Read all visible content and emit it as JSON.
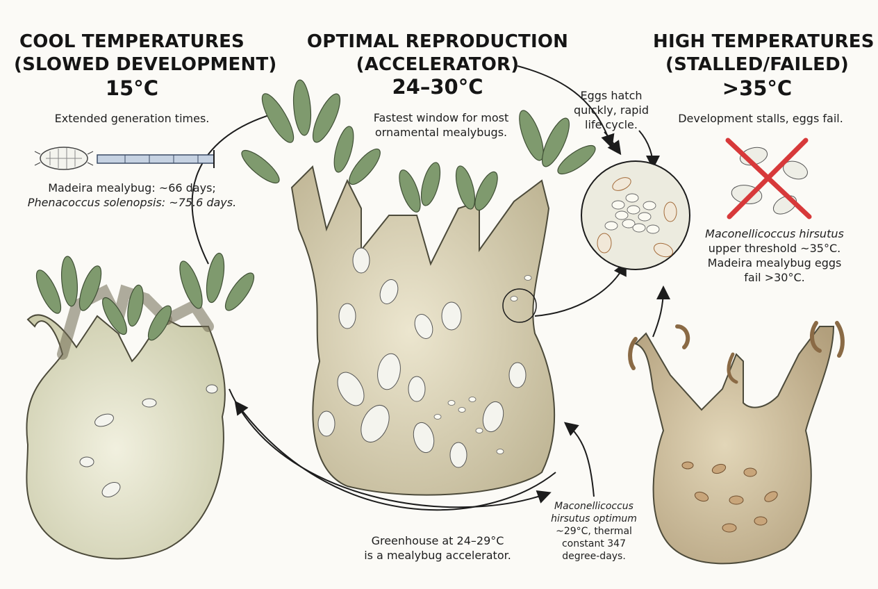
{
  "cool": {
    "title_1": "COOL TEMPERATURES",
    "title_2": "(SLOWED DEVELOPMENT)",
    "temp": "15°C",
    "description": "Extended generation times.",
    "note_1": "Madeira mealybug: ~66 days;",
    "note_2": "Phenacoccus solenopsis: ~75.6 days."
  },
  "optimal": {
    "title_1": "OPTIMAL REPRODUCTION",
    "title_2": "(ACCELERATOR)",
    "temp": "24–30°C",
    "description_1": "Fastest window for most",
    "description_2": "ornamental mealybugs.",
    "callout_1": "Eggs hatch",
    "callout_2": "quickly, rapid",
    "callout_3": "life cycle."
  },
  "high": {
    "title_1": "HIGH TEMPERATURES",
    "title_2": "(STALLED/FAILED)",
    "temp": ">35°C",
    "description": "Development stalls, eggs fail.",
    "note_1": "Maconellicoccus hirsutus",
    "note_2": "upper threshold ~35°C.",
    "note_3": "Madeira mealybug eggs",
    "note_4": "fail >30°C."
  },
  "greenhouse": {
    "line_1": "Greenhouse at 24–29°C",
    "line_2": "is a mealybug accelerator."
  },
  "optimum": {
    "line_1": "Maconellicoccus",
    "line_2": "hirsutus optimum",
    "line_3": "~29°C, thermal",
    "line_4": "constant 347",
    "line_5": "degree-days."
  },
  "colors": {
    "leaf": "#7f9a6e",
    "stem": "#cfc6a8",
    "cross": "#d7393a",
    "ink": "#1c1c1c"
  },
  "icons": [
    "mealybug-icon",
    "timeline-bar",
    "magnifier-circle",
    "red-cross-icon"
  ]
}
